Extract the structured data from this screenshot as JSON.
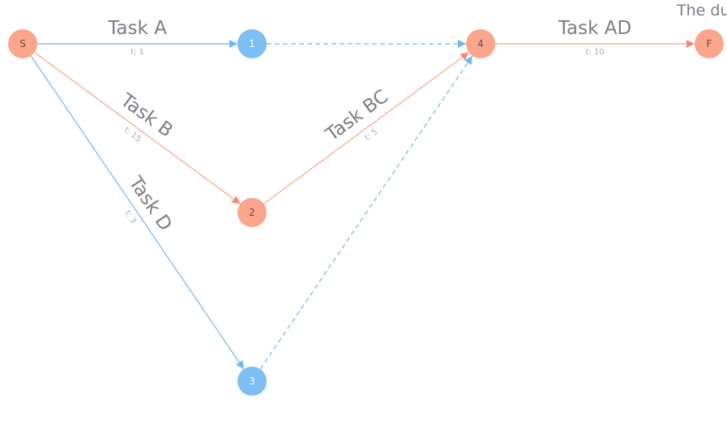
{
  "caption": "The du",
  "colors": {
    "critical": "#fca58d",
    "noncritical": "#7bbff5",
    "critical_edge": "#f8a48d",
    "noncritical_edge": "#6db8f0",
    "critical_text": "#6b4a42",
    "noncritical_text": "#ffffff"
  },
  "nodes": [
    {
      "id": "S",
      "label": "S",
      "critical": true
    },
    {
      "id": "1",
      "label": "1",
      "critical": false
    },
    {
      "id": "2",
      "label": "2",
      "critical": true
    },
    {
      "id": "3",
      "label": "3",
      "critical": false
    },
    {
      "id": "4",
      "label": "4",
      "critical": true
    },
    {
      "id": "F",
      "label": "F",
      "critical": true
    }
  ],
  "edges": [
    {
      "id": "task-a",
      "from": "S",
      "to": "1",
      "task": "Task A",
      "time": "t: 1",
      "critical": false,
      "dummy": false
    },
    {
      "id": "task-b",
      "from": "S",
      "to": "2",
      "task": "Task B",
      "time": "t: 15",
      "critical": true,
      "dummy": false
    },
    {
      "id": "task-d",
      "from": "S",
      "to": "3",
      "task": "Task D",
      "time": "t: 3",
      "critical": false,
      "dummy": false
    },
    {
      "id": "task-bc",
      "from": "2",
      "to": "4",
      "task": "Task BC",
      "time": "t: 5",
      "critical": true,
      "dummy": false
    },
    {
      "id": "task-ad",
      "from": "4",
      "to": "F",
      "task": "Task AD",
      "time": "t: 10",
      "critical": true,
      "dummy": false
    },
    {
      "id": "dummy-1-4",
      "from": "1",
      "to": "4",
      "task": "",
      "time": "",
      "critical": false,
      "dummy": true
    },
    {
      "id": "dummy-3-4",
      "from": "3",
      "to": "4",
      "task": "",
      "time": "",
      "critical": false,
      "dummy": true
    }
  ]
}
